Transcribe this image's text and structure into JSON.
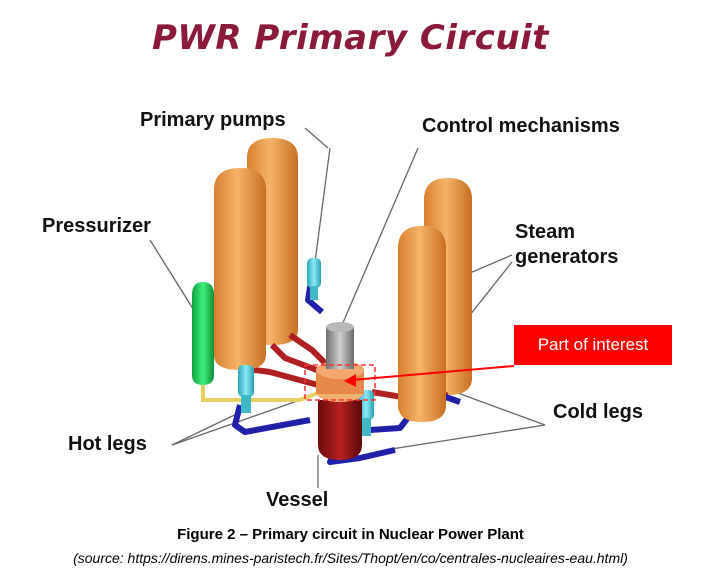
{
  "title": "PWR Primary Circuit",
  "labels": {
    "primary_pumps": "Primary pumps",
    "control_mechanisms": "Control mechanisms",
    "pressurizer": "Pressurizer",
    "steam_generators_line1": "Steam",
    "steam_generators_line2": "generators",
    "hot_legs": "Hot legs",
    "cold_legs": "Cold legs",
    "vessel": "Vessel"
  },
  "callout": "Part of interest",
  "caption": "Figure 2 –  Primary circuit in Nuclear Power Plant",
  "source": "(source: https://direns.mines-paristech.fr/Sites/Thopt/en/co/centrales-nucleaires-eau.html)",
  "colors": {
    "title": "#8b1a3a",
    "steam_generator": "#f0a050",
    "pressurizer": "#22cc55",
    "pump": "#55d0e0",
    "hot_leg_pipe": "#b02020",
    "cold_leg_pipe": "#2020aa",
    "vessel": "#9a1010",
    "callout": "#ff0000"
  }
}
